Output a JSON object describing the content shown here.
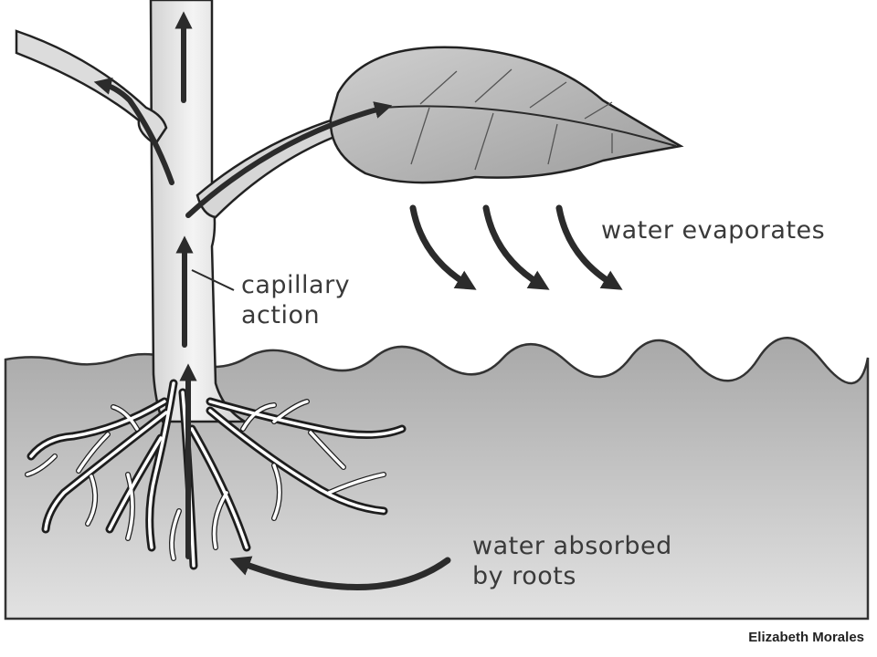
{
  "labels": {
    "evaporation": "water evaporates",
    "capillary_line1": "capillary",
    "capillary_line2": "action",
    "absorbed_line1": "water absorbed",
    "absorbed_line2": "by roots"
  },
  "credit": "Elizabeth Morales",
  "colors": {
    "soil_top": "#a9a9a9",
    "soil_bottom": "#e0e0e0",
    "stem": "#e9e9e9",
    "leaf": "#b9b9b9",
    "arrow": "#2b2b2b",
    "outline": "#222222"
  }
}
